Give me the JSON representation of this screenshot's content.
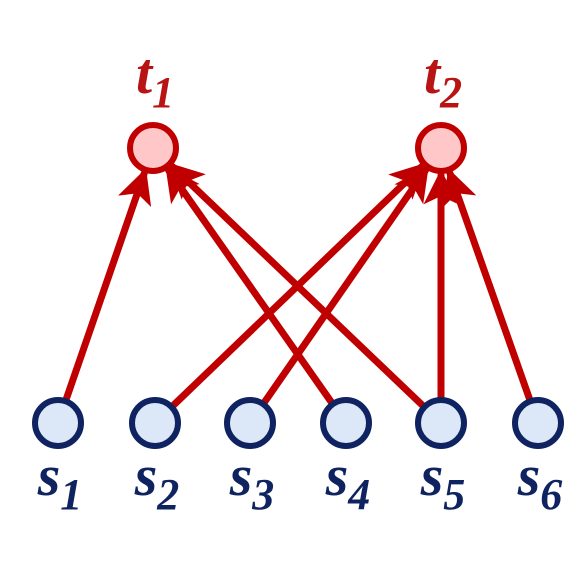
{
  "colors": {
    "edge": "#c00000",
    "top_fill": "#ffc7c7",
    "top_stroke": "#c00000",
    "top_label": "#b81414",
    "bottom_fill": "#dce8f7",
    "bottom_stroke": "#0f2361",
    "bottom_label": "#0f2361"
  },
  "top_nodes": [
    {
      "id": "t1",
      "base": "t",
      "sub": "1"
    },
    {
      "id": "t2",
      "base": "t",
      "sub": "2"
    }
  ],
  "bottom_nodes": [
    {
      "id": "s1",
      "base": "s",
      "sub": "1"
    },
    {
      "id": "s2",
      "base": "s",
      "sub": "2"
    },
    {
      "id": "s3",
      "base": "s",
      "sub": "3"
    },
    {
      "id": "s4",
      "base": "s",
      "sub": "4"
    },
    {
      "id": "s5",
      "base": "s",
      "sub": "5"
    },
    {
      "id": "s6",
      "base": "s",
      "sub": "6"
    }
  ],
  "edges": [
    {
      "from": "s1",
      "to": "t1"
    },
    {
      "from": "s4",
      "to": "t1"
    },
    {
      "from": "s5",
      "to": "t1"
    },
    {
      "from": "s2",
      "to": "t2"
    },
    {
      "from": "s3",
      "to": "t2"
    },
    {
      "from": "s5",
      "to": "t2"
    },
    {
      "from": "s6",
      "to": "t2"
    }
  ]
}
